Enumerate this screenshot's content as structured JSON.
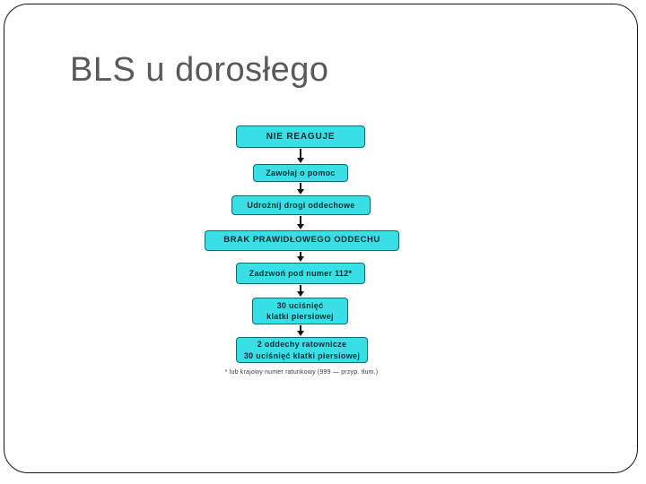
{
  "slide": {
    "title": "BLS u dorosłego"
  },
  "flowchart": {
    "steps": [
      {
        "label": "NIE REAGUJE"
      },
      {
        "label": "Zawołaj o pomoc"
      },
      {
        "label": "Udrożnij drogi oddechowe"
      },
      {
        "label": "BRAK PRAWIDŁOWEGO ODDECHU"
      },
      {
        "label": "Zadzwoń pod numer 112*"
      },
      {
        "label": "30 uciśnięć\nklatki piersiowej"
      },
      {
        "label": "2 oddechy ratownicze\n30 uciśnięć klatki piersiowej"
      }
    ],
    "footnote": "* lub krajowy numer ratunkowy (999 — przyp. tłum.)",
    "colors": {
      "box_fill": "#38dfe5",
      "box_border": "#0a6b70",
      "box_text": "#0d2b33",
      "arrow": "#141414",
      "title_text": "#595959",
      "slide_border": "#161616",
      "background": "#ffffff"
    }
  }
}
